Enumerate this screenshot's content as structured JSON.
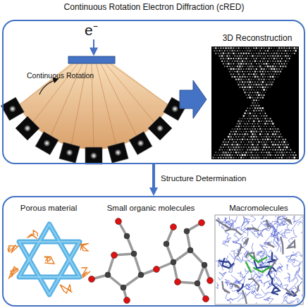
{
  "diagram": {
    "title": "Continuous Rotation Electron Diffraction (cRED)",
    "nodes": [
      {
        "text": [
          "e⁻",
          "Continuous Rotation",
          "3D Reconstruction"
        ]
      },
      {
        "text": [
          "Porous material",
          "Small organic molecules",
          "Macromolecules"
        ]
      }
    ],
    "edges": [
      {
        "from": 0,
        "to": 1,
        "arrow": "to",
        "label": "Structure Determination"
      }
    ]
  }
}
